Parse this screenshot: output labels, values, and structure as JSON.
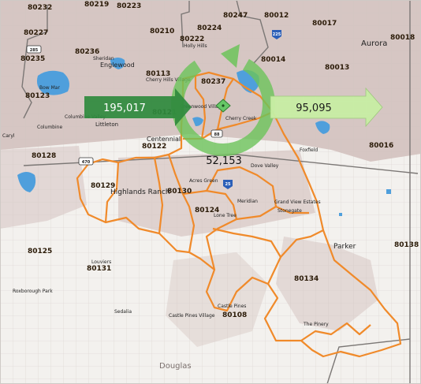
{
  "flows": {
    "inflow": "195,017",
    "outflow": "95,095",
    "internal": "52,153"
  },
  "zip_labels": [
    "80232",
    "80219",
    "80223",
    "80247",
    "80012",
    "80017",
    "80227",
    "80210",
    "80224",
    "80018",
    "80235",
    "80236",
    "80222",
    "80014",
    "80123",
    "80113",
    "80013",
    "80237",
    "80121",
    "80122",
    "80016",
    "80128",
    "80129",
    "80130",
    "80124",
    "80138",
    "80125",
    "80131",
    "80134",
    "80108"
  ],
  "place_labels": [
    "Holly Hills",
    "Sheridan",
    "Englewood",
    "Cherry Hills Village",
    "Bow Mar",
    "Greenwood Village",
    "Cherry Creek",
    "Columbine Valley",
    "Littleton",
    "Columbine",
    "Caryl",
    "Centennial",
    "Foxfield",
    "Dove Valley",
    "Acres Green",
    "Meridian",
    "Grand View Estates",
    "Stonegate",
    "Lone Tree",
    "Louviers",
    "Roxborough Park",
    "Sedalia",
    "Castle Pines",
    "Castle Pines Village",
    "The Pinery"
  ],
  "large_places": [
    "Aurora",
    "Highlands Ranch",
    "Parker",
    "Douglas"
  ],
  "highway_shields": [
    "285",
    "225",
    "470",
    "88",
    "25"
  ],
  "colors": {
    "flow_in": "#2f8a3e",
    "flow_out": "#c8eea4",
    "flow_internal": "#6cc35a",
    "boundary": "#f08a2a",
    "water": "#4f9fdc",
    "developed": "#c9b3b0",
    "marker": "#66c766"
  },
  "icons": {
    "location": "map-pin-icon"
  }
}
